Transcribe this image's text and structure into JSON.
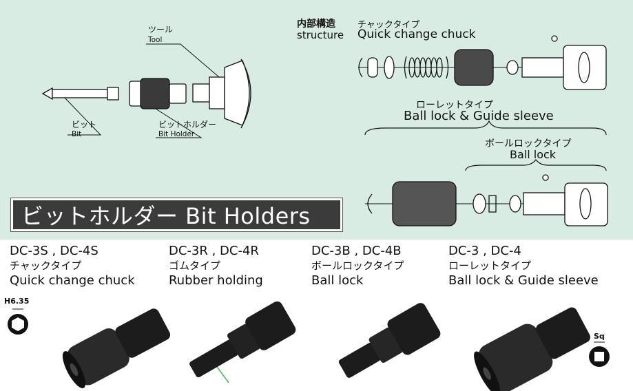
{
  "diagram": {
    "tool_jp": "ツール",
    "tool_en": "Tool",
    "bit_jp": "ビット",
    "bit_en": "Bit",
    "holder_jp": "ビットホルダー",
    "holder_en": "Bit Holder"
  },
  "structure": {
    "label_jp": "内部構造",
    "label_en": "structure",
    "type_jp": "チャックタイプ",
    "type_en": "Quick change chuck",
    "knurl_jp": "ローレットタイプ",
    "knurl_en": "Ball lock & Guide sleeve",
    "ball_jp": "ボールロックタイプ",
    "ball_en": "Ball lock"
  },
  "banner": {
    "title": "ビットホルダー  Bit Holders"
  },
  "products": [
    {
      "model": "DC-3S , DC-4S",
      "type_jp": "チャックタイプ",
      "type_en": "Quick change chuck",
      "badge": "H6.35"
    },
    {
      "model": "DC-3R , DC-4R",
      "type_jp": "ゴムタイプ",
      "type_en": "Rubber holding"
    },
    {
      "model": "DC-3B , DC-4B",
      "type_jp": "ボールロックタイプ",
      "type_en": "Ball lock"
    },
    {
      "model": "DC-3 , DC-4",
      "type_jp": "ローレットタイプ",
      "type_en": "Ball lock & Guide sleeve",
      "badge": "Sq"
    }
  ],
  "colors": {
    "panel": "#d8ece4",
    "banner": "#3b3b3b",
    "product_body": "#1c1c1c"
  }
}
